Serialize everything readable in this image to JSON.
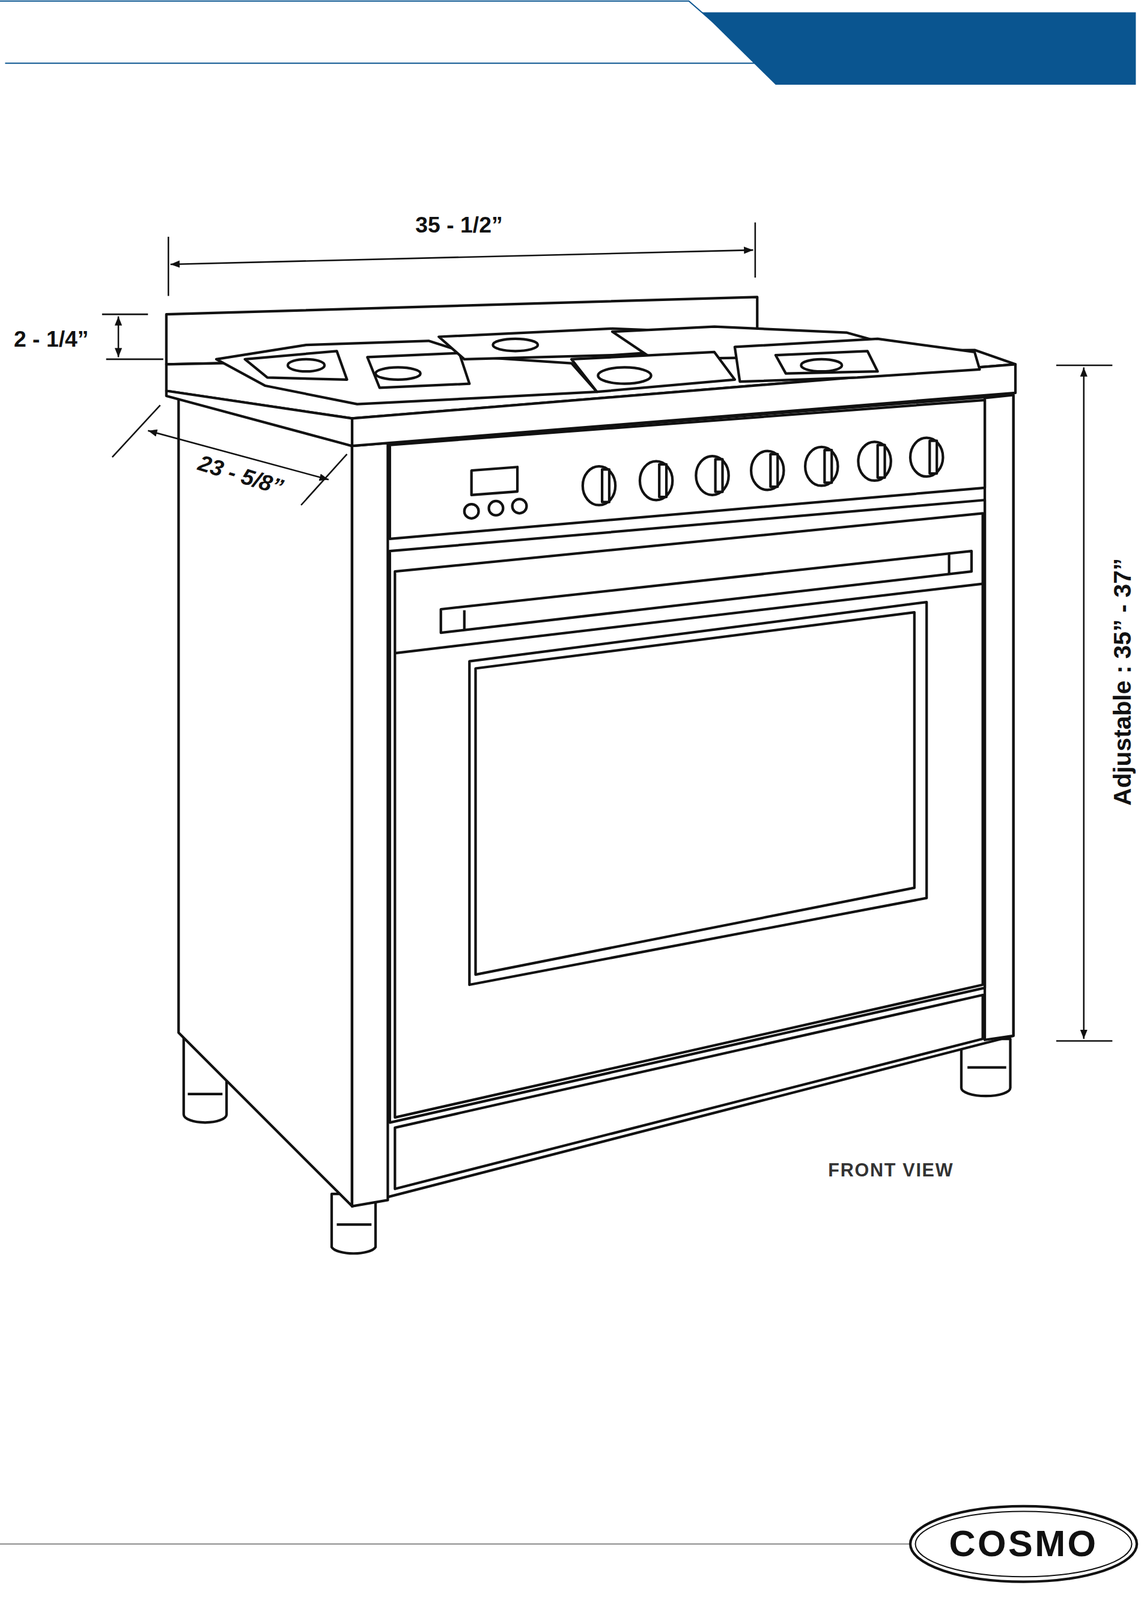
{
  "diagram": {
    "nodes": [
      {
        "text": [
          "COSMO"
        ]
      }
    ],
    "labels": [
      "35 - 1/2”",
      "2 - 1/4”",
      "23 - 5/8”",
      "Adjustable : 35” - 37”",
      "FRONT VIEW"
    ]
  }
}
